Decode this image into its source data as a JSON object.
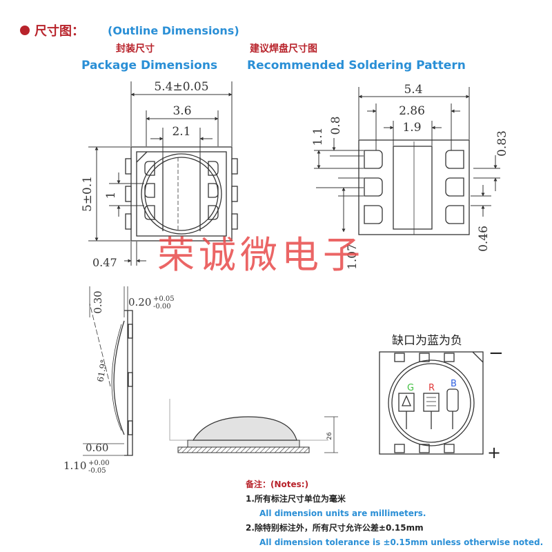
{
  "header": {
    "title": "尺寸图：",
    "subtitle": "(Outline Dimensions)",
    "package_cn": "封装尺寸",
    "package_en": "Package Dimensions",
    "solder_cn": "建议焊盘尺寸图",
    "solder_en": "Recommended Soldering Pattern"
  },
  "package_dims": {
    "width": "5.4±0.05",
    "inner": "3.6",
    "pad": "2.1",
    "height": "5±0.1",
    "pitch": "1",
    "edge": "0.47"
  },
  "solder_dims": {
    "width": "5.4",
    "inner": "2.86",
    "center": "1.9",
    "pad_len": "1.1",
    "pad_w": "0.8",
    "gap": "0.83",
    "pitch": "1.07",
    "bottom": "0.46"
  },
  "side_dims": {
    "top": "0.30",
    "thick": "0.20",
    "thick_tol_up": "+0.05",
    "thick_tol_down": "-0.00",
    "angle": "61.9°",
    "base": "0.60",
    "total": "1.10",
    "total_tol_up": "+0.00",
    "total_tol_down": "-0.05",
    "lens_h": "26"
  },
  "watermark": "荣诚微电子",
  "polarity": {
    "label": "缺口为蓝为负",
    "minus": "−",
    "plus": "+",
    "g": "G",
    "r": "R",
    "b": "B"
  },
  "notes": {
    "title": "备注：(Notes:)",
    "n1_cn": "1.所有标注尺寸单位为毫米",
    "n1_en": "All dimension units are millimeters.",
    "n2_cn": "2.除特别标注外，所有尺寸允许公差±0.15mm",
    "n2_en": "All dimension tolerance is ±0.15mm unless otherwise noted."
  },
  "colors": {
    "accent_red": "#b8232b",
    "accent_blue": "#2a8fd6",
    "line": "#333333",
    "watermark": "#e84a4a"
  }
}
